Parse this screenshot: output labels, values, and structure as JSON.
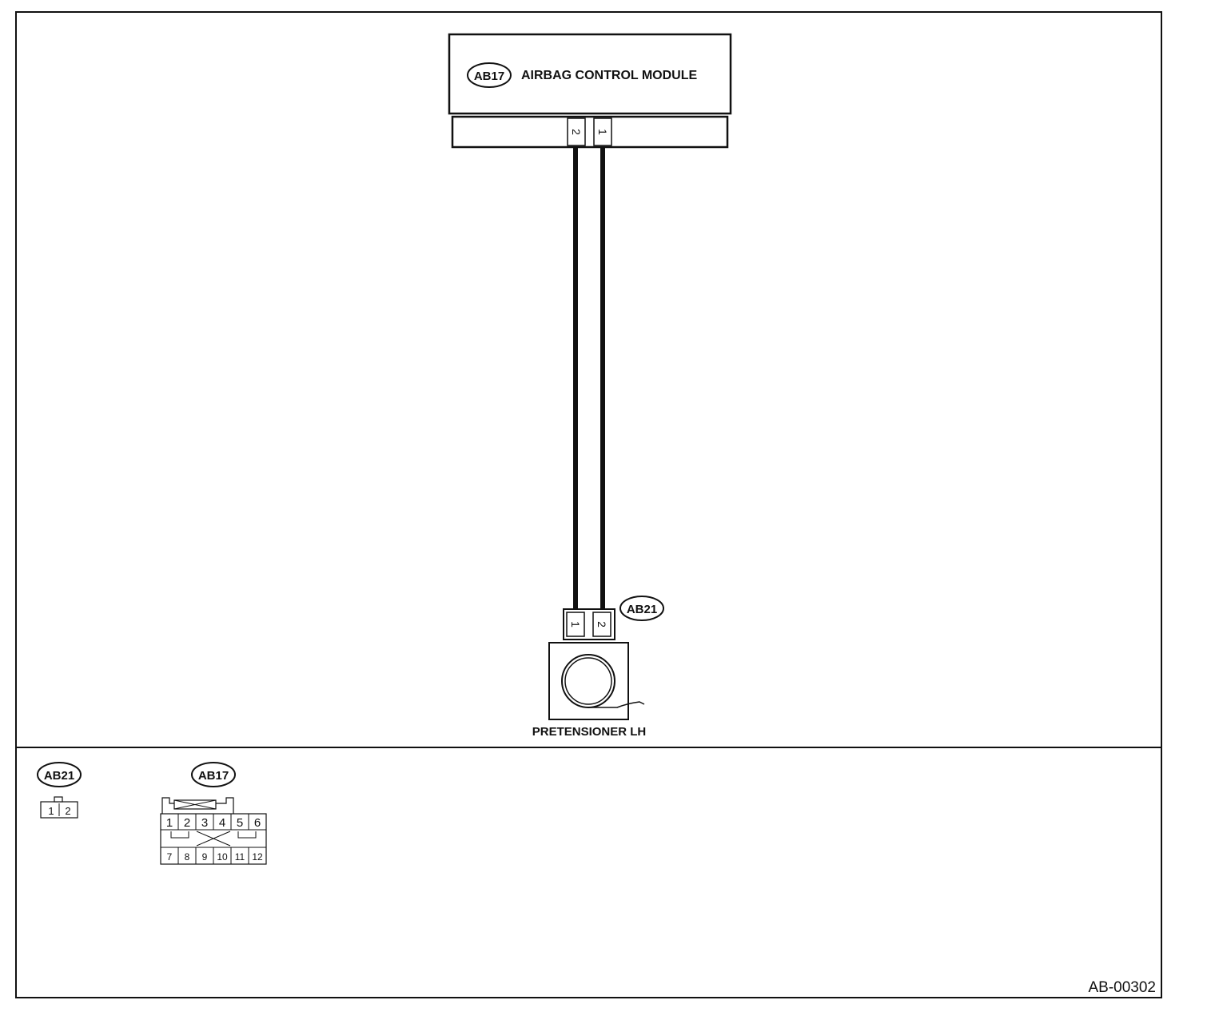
{
  "module": {
    "connector_id": "AB17",
    "name": "AIRBAG CONTROL MODULE",
    "pins": [
      "2",
      "1"
    ]
  },
  "pretensioner": {
    "connector_id": "AB21",
    "name": "PRETENSIONER LH",
    "pins": [
      "1",
      "2"
    ]
  },
  "legend": {
    "ab21": {
      "id": "AB21",
      "pins": [
        "1",
        "2"
      ]
    },
    "ab17": {
      "id": "AB17",
      "top_row": [
        "1",
        "2",
        "3",
        "4",
        "5",
        "6"
      ],
      "bottom_row": [
        "7",
        "8",
        "9",
        "10",
        "11",
        "12"
      ]
    }
  },
  "figure_code": "AB-00302"
}
